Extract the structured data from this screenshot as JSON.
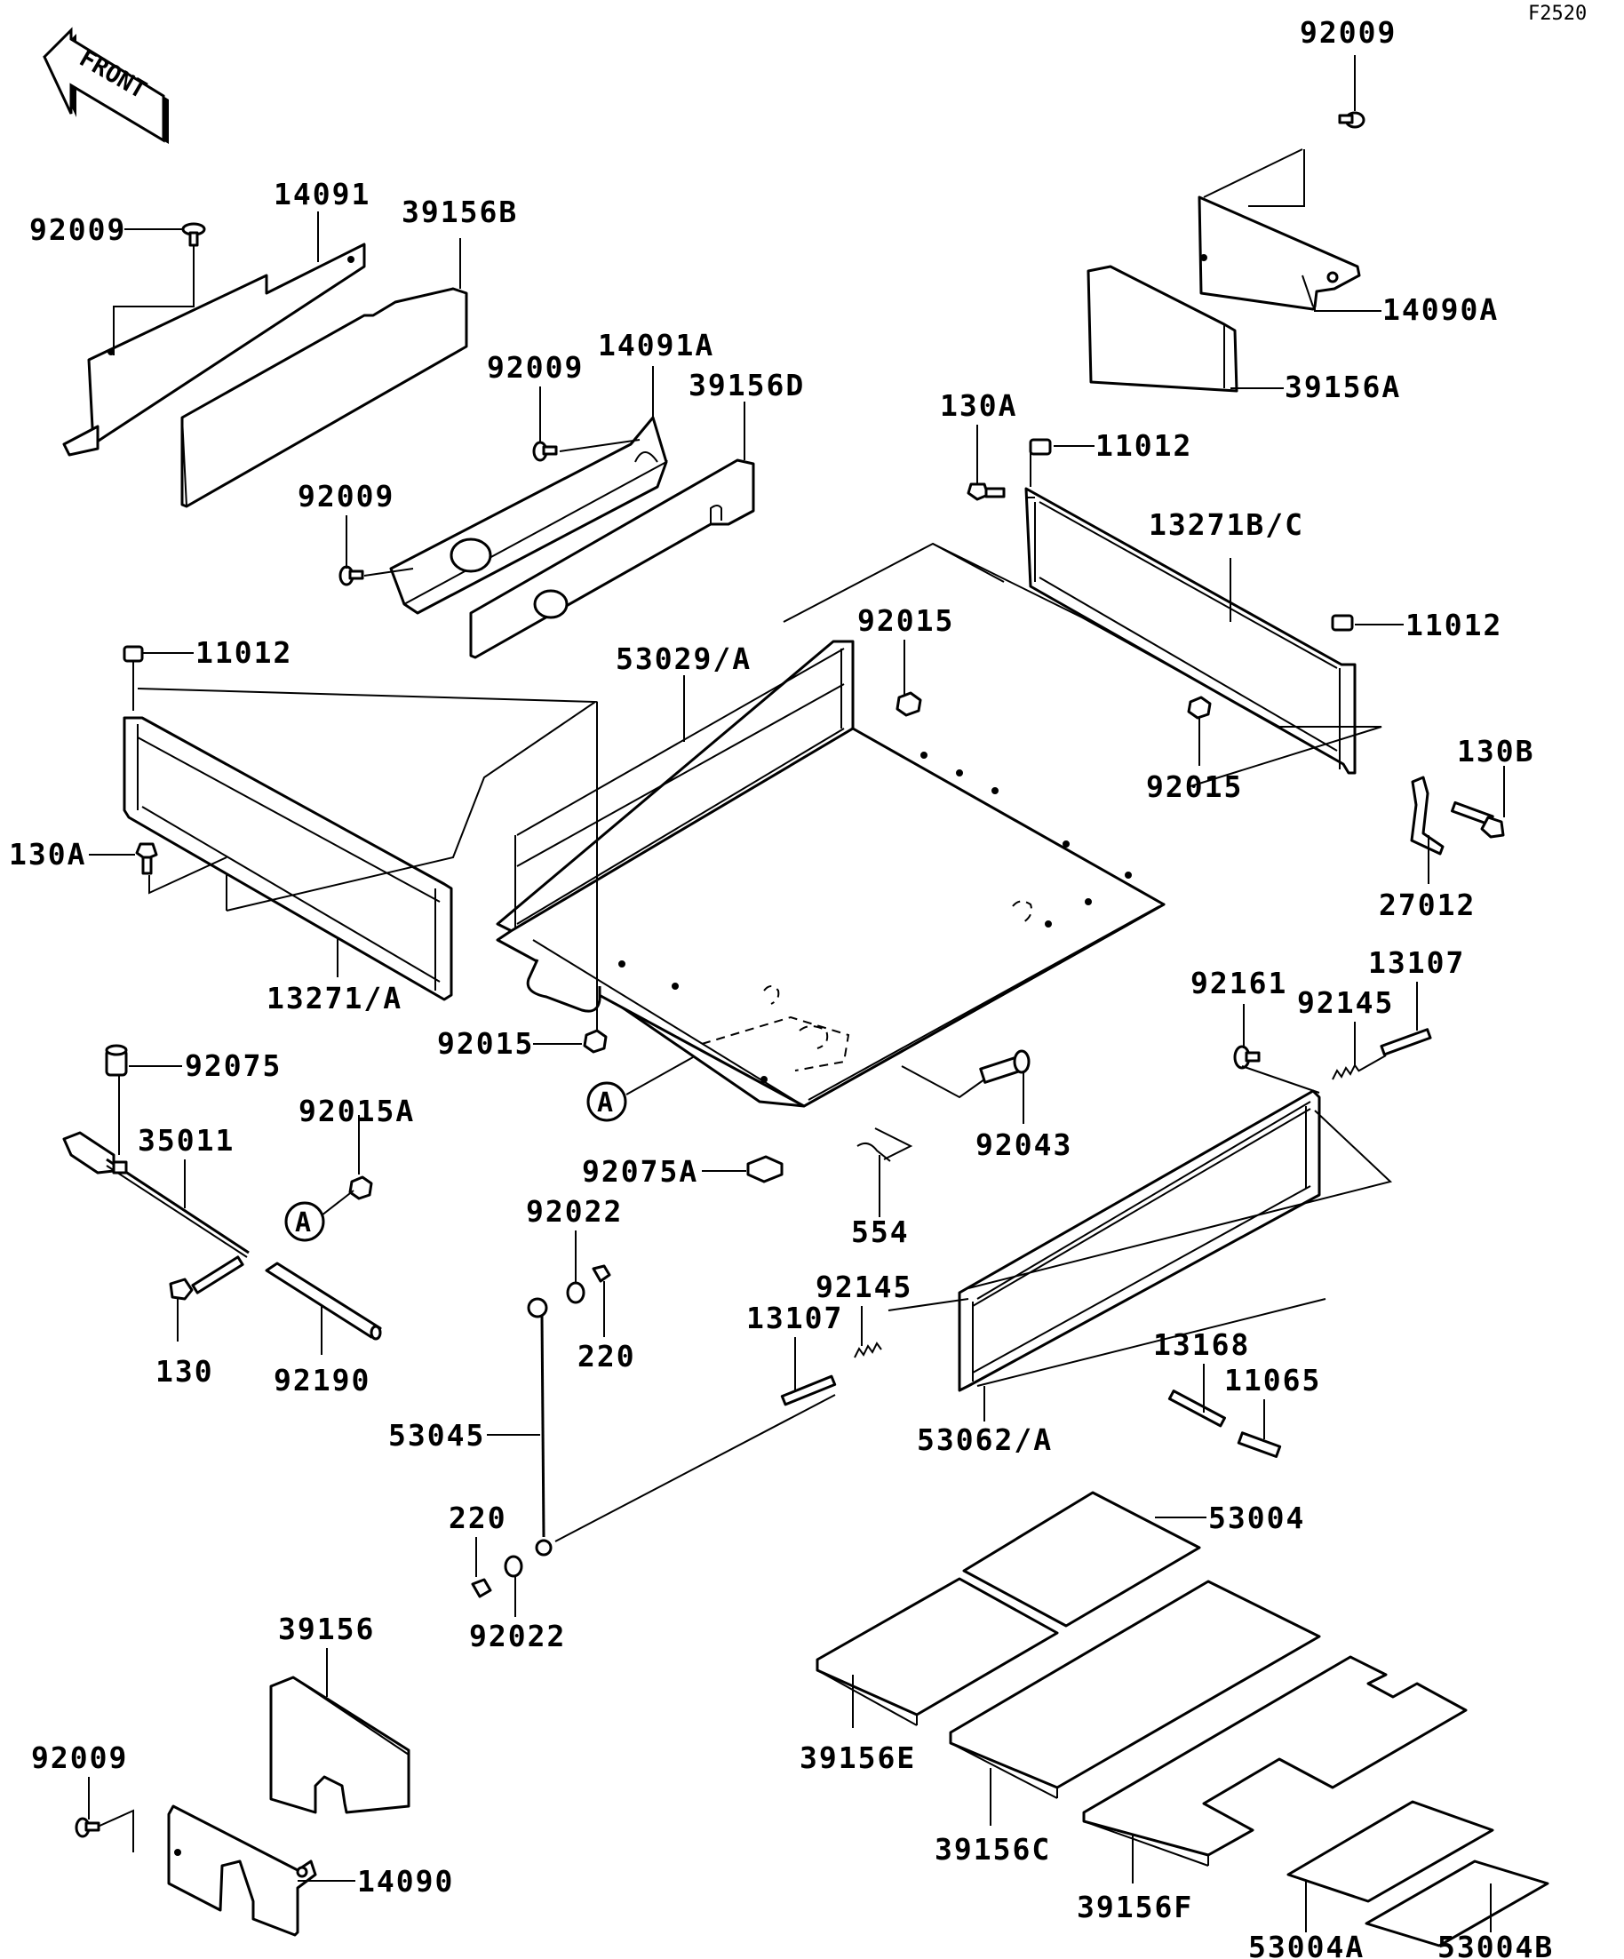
{
  "figure_code": "F2520",
  "front_label": "FRONT",
  "reference_mark": "A",
  "callouts": {
    "p92009_top_right": "92009",
    "p14090A": "14090A",
    "p39156A": "39156A",
    "p92009_top_left": "92009",
    "p14091": "14091",
    "p39156B": "39156B",
    "p92009_mid": "92009",
    "p14091A": "14091A",
    "p39156D": "39156D",
    "p92009_mid_left": "92009",
    "p130A_right": "130A",
    "p11012_right_top": "11012",
    "p13271BC": "13271B/C",
    "p11012_right_bottom": "11012",
    "p92015_center": "92015",
    "p53029A": "53029/A",
    "p11012_left": "11012",
    "p130A_left": "130A",
    "p13271A": "13271/A",
    "p92015_right": "92015",
    "p130B": "130B",
    "p27012": "27012",
    "p92015_bottom": "92015",
    "p92161": "92161",
    "p92145_right": "92145",
    "p13107_right": "13107",
    "p92075": "92075",
    "p35011": "35011",
    "p92015A": "92015A",
    "p92043": "92043",
    "p92075A": "92075A",
    "p554": "554",
    "p92022_top": "92022",
    "p220_top": "220",
    "p130": "130",
    "p92190": "92190",
    "p92145_left": "92145",
    "p13107_left": "13107",
    "p13168": "13168",
    "p11065": "11065",
    "p53045": "53045",
    "p53062A": "53062/A",
    "p220_bottom": "220",
    "p92022_bottom": "92022",
    "p53004": "53004",
    "p39156": "39156",
    "p92009_bottom": "92009",
    "p14090": "14090",
    "p39156E": "39156E",
    "p39156C": "39156C",
    "p39156F": "39156F",
    "p53004A": "53004A",
    "p53004B": "53004B"
  }
}
